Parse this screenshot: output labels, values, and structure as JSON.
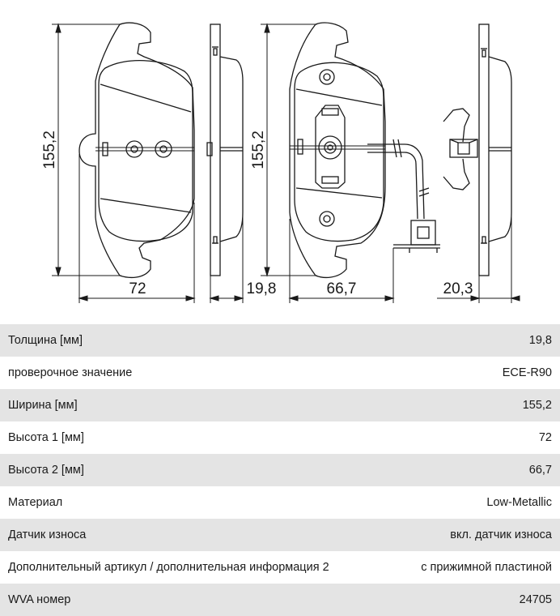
{
  "drawing": {
    "dimensions": {
      "pad1_height": "155,2",
      "pad1_width": "72",
      "pad1_thickness": "19,8",
      "pad2_height": "155,2",
      "pad2_width": "66,7",
      "pad2_thickness": "20,3"
    }
  },
  "specs": [
    {
      "label": "Толщина [мм]",
      "value": "19,8"
    },
    {
      "label": "проверочное значение",
      "value": "ECE-R90"
    },
    {
      "label": "Ширина [мм]",
      "value": "155,2"
    },
    {
      "label": "Высота 1 [мм]",
      "value": "72"
    },
    {
      "label": "Высота 2 [мм]",
      "value": "66,7"
    },
    {
      "label": "Материал",
      "value": "Low-Metallic"
    },
    {
      "label": "Датчик износа",
      "value": "вкл. датчик износа"
    },
    {
      "label": "Дополнительный артикул / дополнительная информация 2",
      "value": "с прижимной пластиной"
    },
    {
      "label": "WVA номер",
      "value": "24705"
    }
  ]
}
